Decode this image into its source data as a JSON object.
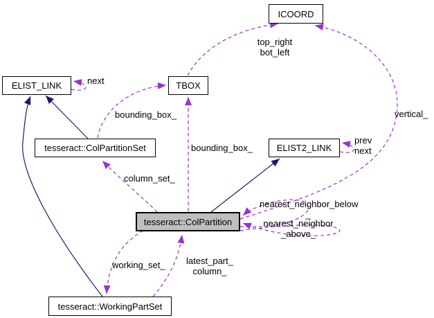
{
  "diagram": {
    "type": "doxygen-collaboration-graph",
    "colors": {
      "usage_edge": "#9a32cd",
      "inheritance_edge": "#191970",
      "node_fill": "#ffffff",
      "highlight_fill": "#bfbfbf",
      "node_border": "#000000",
      "background": "#ffffff",
      "text": "#000000"
    },
    "nodes": [
      {
        "label": "ICOORD",
        "highlighted": false
      },
      {
        "label": "ELIST_LINK",
        "highlighted": false
      },
      {
        "label": "TBOX",
        "highlighted": false
      },
      {
        "label": "tesseract::ColPartitionSet",
        "highlighted": false
      },
      {
        "label": "ELIST2_LINK",
        "highlighted": false
      },
      {
        "label": "tesseract::ColPartition",
        "highlighted": true
      },
      {
        "label": "tesseract::WorkingPartSet",
        "highlighted": false
      }
    ],
    "edges": [
      {
        "from": "tesseract::ColPartitionSet",
        "to": "ELIST_LINK",
        "kind": "inheritance",
        "label": ""
      },
      {
        "from": "tesseract::WorkingPartSet",
        "to": "ELIST_LINK",
        "kind": "inheritance",
        "label": ""
      },
      {
        "from": "tesseract::ColPartition",
        "to": "ELIST2_LINK",
        "kind": "inheritance",
        "label": ""
      },
      {
        "from": "ELIST_LINK",
        "to": "ELIST_LINK",
        "kind": "usage",
        "label": "next"
      },
      {
        "from": "TBOX",
        "to": "ICOORD",
        "kind": "usage",
        "label": "top_right bot_left"
      },
      {
        "from": "ELIST2_LINK",
        "to": "ELIST2_LINK",
        "kind": "usage",
        "label": "prev next"
      },
      {
        "from": "tesseract::ColPartitionSet",
        "to": "TBOX",
        "kind": "usage",
        "label": "bounding_box_"
      },
      {
        "from": "tesseract::ColPartition",
        "to": "TBOX",
        "kind": "usage",
        "label": "bounding_box_"
      },
      {
        "from": "tesseract::ColPartition",
        "to": "tesseract::ColPartitionSet",
        "kind": "usage",
        "label": "column_set_"
      },
      {
        "from": "tesseract::ColPartition",
        "to": "ICOORD",
        "kind": "usage",
        "label": "vertical_"
      },
      {
        "from": "tesseract::ColPartition",
        "to": "tesseract::ColPartition",
        "kind": "usage",
        "label": "nearest_neighbor_below_"
      },
      {
        "from": "tesseract::ColPartition",
        "to": "tesseract::ColPartition",
        "kind": "usage",
        "label": "nearest_neighbor_above_"
      },
      {
        "from": "tesseract::ColPartition",
        "to": "tesseract::WorkingPartSet",
        "kind": "usage",
        "label": "working_set_"
      },
      {
        "from": "tesseract::WorkingPartSet",
        "to": "tesseract::ColPartition",
        "kind": "usage",
        "label": "latest_part_ column_"
      }
    ],
    "edge_labels": [
      {
        "lines": [
          "next"
        ]
      },
      {
        "lines": [
          "top_right",
          "bot_left"
        ]
      },
      {
        "lines": [
          "vertical_"
        ]
      },
      {
        "lines": [
          "bounding_box_"
        ]
      },
      {
        "lines": [
          "bounding_box_"
        ]
      },
      {
        "lines": [
          "prev",
          "next"
        ]
      },
      {
        "lines": [
          "column_set_"
        ]
      },
      {
        "lines": [
          "nearest_neighbor_below",
          "_"
        ]
      },
      {
        "lines": [
          "nearest_neighbor",
          "_above_"
        ]
      },
      {
        "lines": [
          "working_set_"
        ]
      },
      {
        "lines": [
          "latest_part_",
          "column_"
        ]
      }
    ]
  }
}
